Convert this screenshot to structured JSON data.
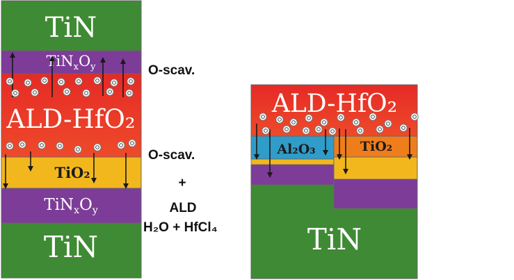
{
  "colors": {
    "tin": "#3f8a34",
    "tinxoy": "#7d3c98",
    "hfo2": "#e8302a",
    "tio2": "#f3b71e",
    "tio2_top": "#ef7d1b",
    "al2o3": "#2f9cc9",
    "border": "#666666"
  },
  "left_stack": {
    "top_tin": "TiN",
    "top_tinxoy": {
      "base1": "TiN",
      "sub1": "x",
      "base2": "O",
      "sub2": "y"
    },
    "hfo2": "ALD-HfO₂",
    "tio2": "TiO₂",
    "bottom_tinxoy": {
      "base1": "TiN",
      "sub1": "x",
      "base2": "O",
      "sub2": "y"
    },
    "bottom_tin": "TiN"
  },
  "annotations": {
    "oscav_top": "O-scav.",
    "oscav_mid": "O-scav.",
    "plus": "+",
    "ald": "ALD",
    "precursors": "H₂O + HfCl₄"
  },
  "right_stack": {
    "hfo2": "ALD-HfO₂",
    "al2o3": "Al₂O₃",
    "tio2": "TiO₂",
    "tin": "TiN"
  }
}
